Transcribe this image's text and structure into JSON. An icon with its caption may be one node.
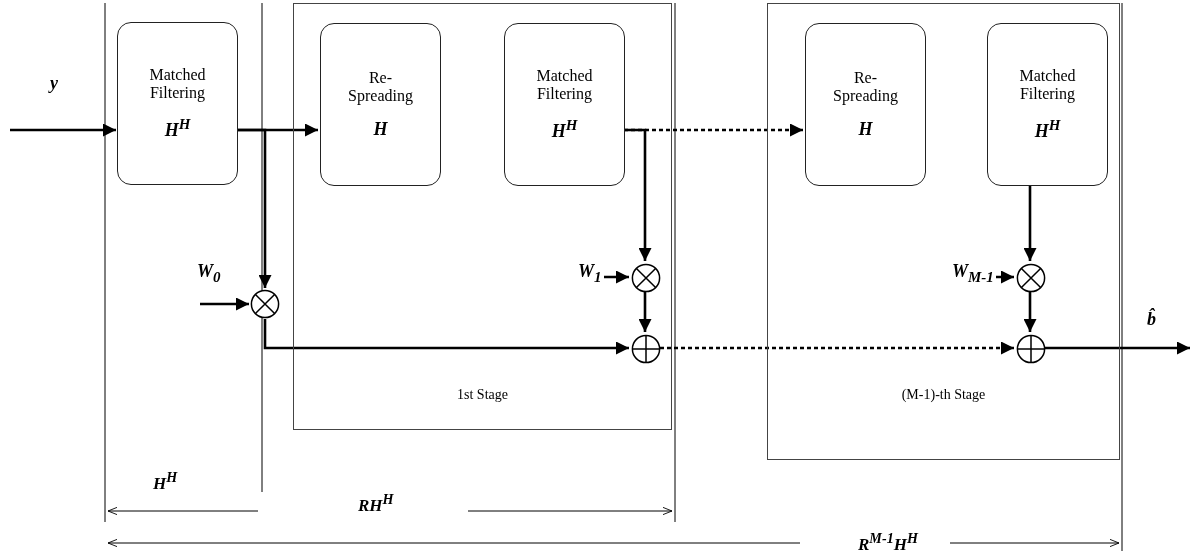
{
  "diagram": {
    "nodes": [
      {
        "text": [
          "Matched Filtering",
          "H$^{H}$"
        ]
      },
      {
        "text": [
          "1st Stage"
        ]
      },
      {
        "text": [
          "Re-Spreading",
          "H"
        ],
        "in": 1
      },
      {
        "text": [
          "Matched Filtering",
          "H$^{H}$"
        ],
        "in": 1
      },
      {
        "text": [],
        "shape": "circle"
      },
      {
        "text": [],
        "shape": "circle",
        "in": 1
      },
      {
        "text": [],
        "shape": "circle",
        "in": 1
      },
      {
        "text": [
          "(M-1)-th Stage"
        ]
      },
      {
        "text": [
          "Re-Spreading",
          "H"
        ],
        "in": 7
      },
      {
        "text": [
          "Matched Filtering",
          "H$^{H}$"
        ],
        "in": 7
      },
      {
        "text": [],
        "shape": "circle",
        "in": 7
      },
      {
        "text": [],
        "shape": "circle",
        "in": 7
      }
    ],
    "edges": [
      {
        "from": null,
        "to": 0,
        "arrow": "to",
        "label": "y"
      },
      {
        "from": 0,
        "to": 2,
        "arrow": "to"
      },
      {
        "from": 0,
        "to": 4,
        "arrow": "to"
      },
      {
        "from": null,
        "to": 4,
        "arrow": "to",
        "label": "W$_{0}$"
      },
      {
        "from": 4,
        "to": 6,
        "arrow": "to"
      },
      {
        "from": 3,
        "to": 5,
        "arrow": "to"
      },
      {
        "from": null,
        "to": 5,
        "arrow": "to",
        "label": "W$_{1}$"
      },
      {
        "from": 5,
        "to": 6,
        "arrow": "to"
      },
      {
        "from": 3,
        "to": 8,
        "arrow": "to",
        "style": "dashed"
      },
      {
        "from": 6,
        "to": 11,
        "arrow": "to",
        "style": "dashed"
      },
      {
        "from": 9,
        "to": 10,
        "arrow": "to"
      },
      {
        "from": null,
        "to": 10,
        "arrow": "to",
        "label": "W$_{M-1}$"
      },
      {
        "from": 10,
        "to": 11,
        "arrow": "to"
      },
      {
        "from": 11,
        "to": null,
        "arrow": "to",
        "label": "b̂"
      }
    ],
    "labels": [
      "H$^{H}$",
      "RH$^{H}$",
      "R$^{M-1}$H$^{H}$"
    ]
  }
}
